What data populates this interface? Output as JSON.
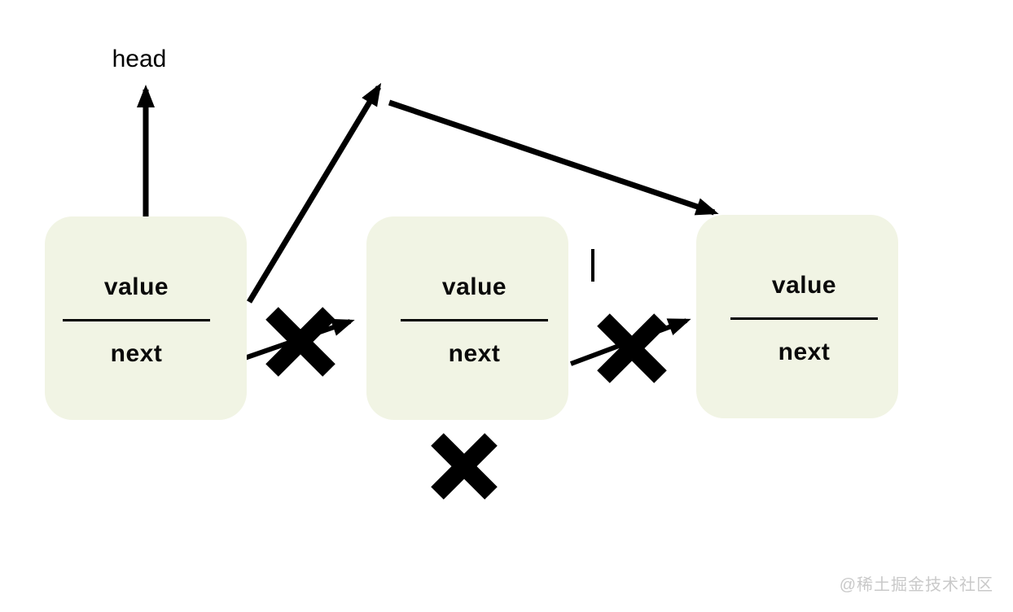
{
  "diagram": {
    "title_hint": "singly linked list node deletion",
    "head_label": "head",
    "nodes": [
      {
        "value_label": "value",
        "next_label": "next"
      },
      {
        "value_label": "value",
        "next_label": "next"
      },
      {
        "value_label": "value",
        "next_label": "next"
      }
    ],
    "icons": [
      "up-arrow-icon",
      "bent-bypass-arrow-icon",
      "cross-icon",
      "cross-icon",
      "cross-icon",
      "tick-mark-icon"
    ],
    "colors": {
      "background": "#ffffff",
      "node_fill": "#f1f4e4",
      "ink": "#000000",
      "watermark_gray": "#c9c9c9"
    },
    "watermark": "@稀土掘金技术社区"
  }
}
